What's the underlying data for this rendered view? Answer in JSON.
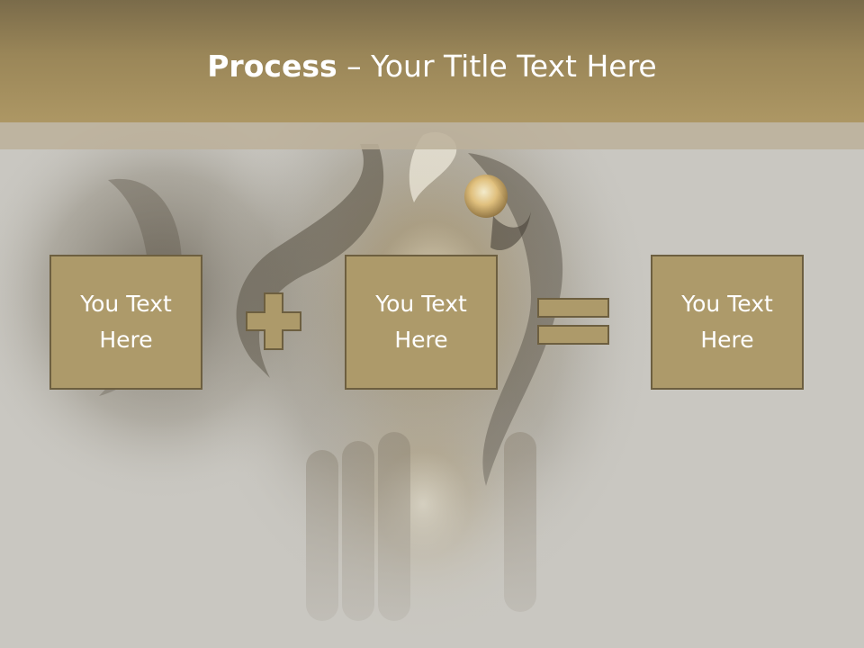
{
  "slide": {
    "title_bold": "Process",
    "title_dash": " – ",
    "title_rest": "Your Title Text Here"
  },
  "process": {
    "boxes": [
      {
        "label": "You Text Here"
      },
      {
        "label": "You Text Here"
      },
      {
        "label": "You Text Here"
      }
    ],
    "operators": [
      "plus-icon",
      "equals-icon"
    ]
  },
  "colors": {
    "title_band": "#9a8658",
    "box_fill": "#ad9a6a",
    "box_border": "#6d5f40",
    "operator_fill": "#ad9a6a",
    "background": "#c9c7c1"
  }
}
